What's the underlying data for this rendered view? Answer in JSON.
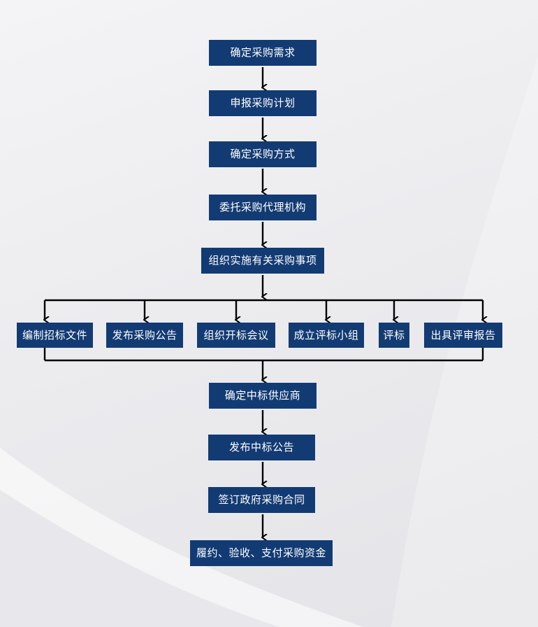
{
  "diagram": {
    "main_steps": [
      "确定采购需求",
      "申报采购计划",
      "确定采购方式",
      "委托采购代理机构",
      "组织实施有关采购事项"
    ],
    "parallel_steps": [
      "编制招标文件",
      "发布采购公告",
      "组织开标会议",
      "成立评标小组",
      "评标",
      "出具评审报告"
    ],
    "final_steps": [
      "确定中标供应商",
      "发布中标公告",
      "签订政府采购合同",
      "履约、验收、支付采购资金"
    ]
  },
  "colors": {
    "box_fill": "#133b73",
    "box_text": "#ffffff",
    "line": "#000000"
  }
}
